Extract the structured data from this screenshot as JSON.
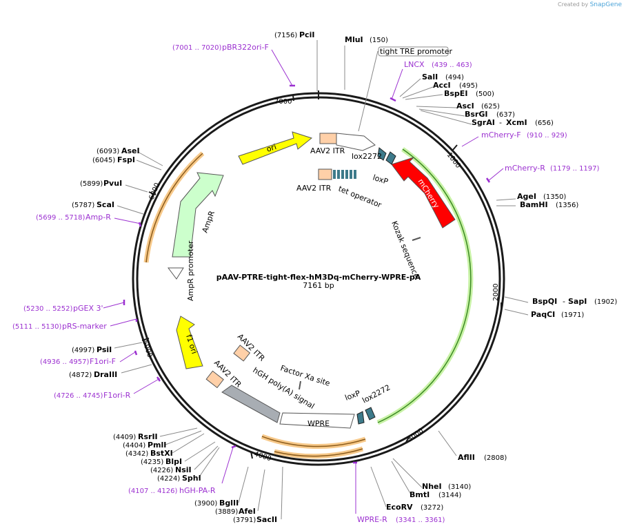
{
  "brand": {
    "created_by": "Created by",
    "app": "SnapGene"
  },
  "plasmid": {
    "name": "pAAV-PTRE-tight-flex-hM3Dq-mCherry-WPRE-pA",
    "size": "7161 bp"
  },
  "ticks": [
    "1000",
    "2000",
    "3000",
    "4000",
    "5000",
    "6000",
    "7000"
  ],
  "features": {
    "ori": "ori",
    "ampr": "AmpR",
    "ampr_promoter": "AmpR promoter",
    "f1ori": "f1 ori",
    "mcherry": "mCherry",
    "itr_top": "AAV2 ITR",
    "lox2272_top": "lox2272",
    "loxp_top": "loxP",
    "tet_operator": "tet operator",
    "itr_tet": "AAV2 ITR",
    "kozak": "Kozak sequence",
    "tight_tre": "tight TRE promoter",
    "loxp_bot": "loxP",
    "lox2272_bot": "lox2272",
    "wpre": "WPRE",
    "factor_xa": "Factor Xa site",
    "hgh": "hGH poly(A) signal",
    "itr_bot1": "AAV2 ITR",
    "itr_bot2": "AAV2 ITR"
  },
  "sites": {
    "pcii": {
      "pos": "(7156)",
      "name": "PciI"
    },
    "mlui": {
      "pos": "(150)",
      "name": "MluI"
    },
    "sali": {
      "pos": "(494)",
      "name": "SalI"
    },
    "acci": {
      "pos": "(495)",
      "name": "AccI"
    },
    "bspei": {
      "pos": "(500)",
      "name": "BspEI"
    },
    "asci": {
      "pos": "(625)",
      "name": "AscI"
    },
    "bsrgi": {
      "pos": "(637)",
      "name": "BsrGI"
    },
    "sgrai": {
      "name": "SgrAI"
    },
    "xcmi": {
      "pos": "(656)",
      "name": "XcmI"
    },
    "agei": {
      "pos": "(1350)",
      "name": "AgeI"
    },
    "bamhi": {
      "pos": "(1356)",
      "name": "BamHI"
    },
    "bspqi": {
      "name": "BspQI"
    },
    "sapi": {
      "pos": "(1902)",
      "name": "SapI"
    },
    "paqci": {
      "pos": "(1971)",
      "name": "PaqCI"
    },
    "aflii": {
      "pos": "(2808)",
      "name": "AflII"
    },
    "nhei": {
      "pos": "(3140)",
      "name": "NheI"
    },
    "bmti": {
      "pos": "(3144)",
      "name": "BmtI"
    },
    "ecorv": {
      "pos": "(3272)",
      "name": "EcoRV"
    },
    "sacii": {
      "pos": "(3791)",
      "name": "SacII"
    },
    "afei": {
      "pos": "(3889)",
      "name": "AfeI"
    },
    "bglii": {
      "pos": "(3900)",
      "name": "BglII"
    },
    "sphi": {
      "pos": "(4224)",
      "name": "SphI"
    },
    "nsii": {
      "pos": "(4226)",
      "name": "NsiI"
    },
    "blpi": {
      "pos": "(4235)",
      "name": "BlpI"
    },
    "bstxi": {
      "pos": "(4342)",
      "name": "BstXI"
    },
    "pmli": {
      "pos": "(4404)",
      "name": "PmlI"
    },
    "rsrii": {
      "pos": "(4409)",
      "name": "RsrII"
    },
    "draiii": {
      "pos": "(4872)",
      "name": "DraIII"
    },
    "psii": {
      "pos": "(4997)",
      "name": "PsiI"
    },
    "scai": {
      "pos": "(5787)",
      "name": "ScaI"
    },
    "pvui": {
      "pos": "(5899)",
      "name": "PvuI"
    },
    "fspi": {
      "pos": "(6045)",
      "name": "FspI"
    },
    "asei": {
      "pos": "(6093)",
      "name": "AseI"
    }
  },
  "primers": {
    "pbr322": {
      "pos": "(7001 .. 7020)",
      "name": "pBR322ori-F"
    },
    "lncx": {
      "pos": "(439 .. 463)",
      "name": "LNCX"
    },
    "mcherry_f": {
      "pos": "(910 .. 929)",
      "name": "mCherry-F"
    },
    "mcherry_r": {
      "pos": "(1179 .. 1197)",
      "name": "mCherry-R"
    },
    "wpre_r": {
      "pos": "(3341 .. 3361)",
      "name": "WPRE-R"
    },
    "hgh_pa_r": {
      "pos": "(4107 .. 4126)",
      "name": "hGH-PA-R"
    },
    "f1ori_r": {
      "pos": "(4726 .. 4745)",
      "name": "F1ori-R"
    },
    "f1ori_f": {
      "pos": "(4936 .. 4957)",
      "name": "F1ori-F"
    },
    "prs_marker": {
      "pos": "(5111 .. 5130)",
      "name": "pRS-marker"
    },
    "pgex3": {
      "pos": "(5230 .. 5252)",
      "name": "pGEX 3'"
    },
    "amp_r": {
      "pos": "(5699 .. 5718)",
      "name": "Amp-R"
    }
  },
  "colors": {
    "backbone": "#1a1a1a",
    "ori": "#ffff00",
    "ampr": "#ccffcc",
    "mcherry": "#ff0000",
    "itr": "#ffd0a8",
    "lox": "#3d7a8a",
    "hgh": "#a8adb3",
    "orf_highlight": "#f5b041",
    "orf_green": "#9be36b",
    "primer": "#9b30d0"
  }
}
